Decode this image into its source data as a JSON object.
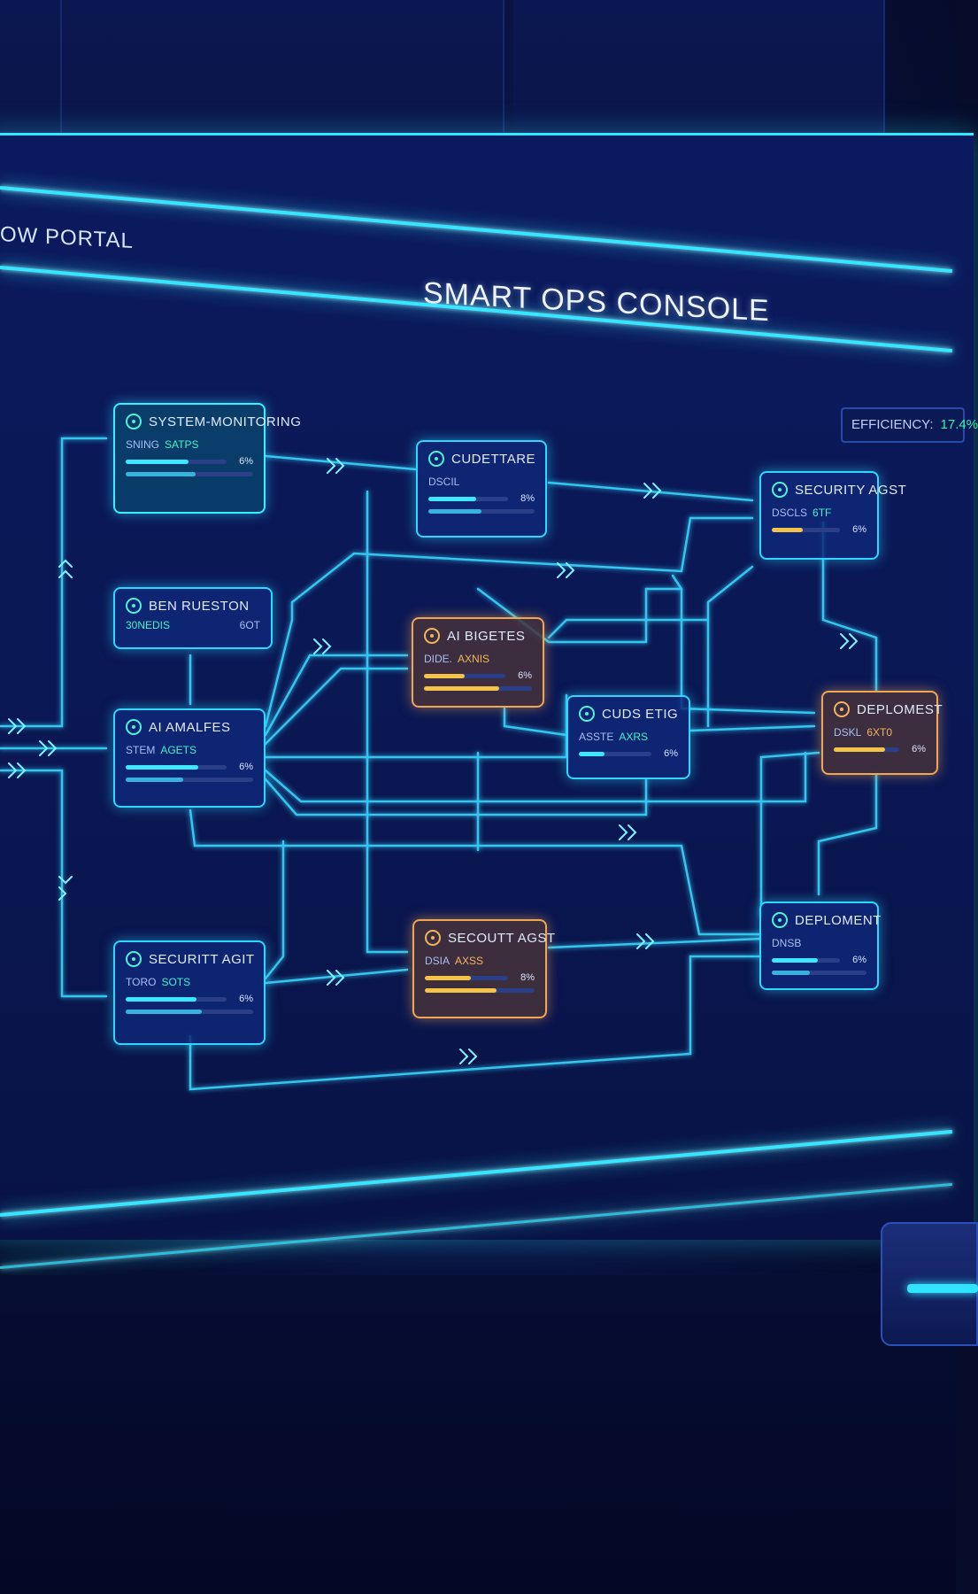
{
  "window": {
    "portal_label": "OW PORTAL",
    "title": "SMART OPS CONSOLE"
  },
  "efficiency": {
    "label": "EFFICIENCY:",
    "value": "17.4%"
  },
  "colors": {
    "background": "#060c2a",
    "screen": "#0b1a5e",
    "accent_cyan": "#36e6ff",
    "accent_amber": "#f0a653",
    "status_green": "#47f0c9"
  },
  "nodes": [
    {
      "id": "system-monitoring",
      "title": "SYSTEM-MONITORING",
      "sub": "SNING",
      "status": "SATPS",
      "pct": "6%",
      "fill": 0.62,
      "icon": "monitor-icon",
      "style": "teal"
    },
    {
      "id": "cloud-store",
      "title": "CUDETTARE",
      "sub": "DSCIL",
      "status": "",
      "pct": "8%",
      "fill": 0.6,
      "icon": "cloud-icon",
      "style": "blue"
    },
    {
      "id": "security-asset-top",
      "title": "SECURITY AGST",
      "sub": "DSCLS",
      "status": "6TF",
      "pct": "6%",
      "fill": 0.45,
      "icon": "shield-icon",
      "style": "blue"
    },
    {
      "id": "ben-ruleston",
      "title": "BEN RUESTON",
      "sub": "30NEDIS",
      "status": "",
      "pct": "6OT",
      "fill": 0,
      "icon": "clock-icon",
      "style": "blue"
    },
    {
      "id": "ai-insights",
      "title": "AI BIGETES",
      "sub": "DIDE.",
      "status": "AXNIS",
      "pct": "6%",
      "fill": 0.5,
      "icon": "ai-icon",
      "style": "amber"
    },
    {
      "id": "cloud-sync",
      "title": "CUDS ETIG",
      "sub": "ASSTE",
      "status": "AXRS",
      "pct": "6%",
      "fill": 0.35,
      "icon": "sync-icon",
      "style": "blue"
    },
    {
      "id": "deployment-top",
      "title": "DEPLOMEST",
      "sub": "DSKL",
      "status": "6XT0",
      "pct": "6%",
      "fill": 0.78,
      "icon": "deploy-icon",
      "style": "amber"
    },
    {
      "id": "ai-analytics",
      "title": "AI AMALFES",
      "sub": "STEM",
      "status": "AGETS",
      "pct": "6%",
      "fill": 0.72,
      "icon": "ai-icon",
      "style": "blue"
    },
    {
      "id": "security-asset-mid",
      "title": "SECOUTT AGST",
      "sub": "DSIA",
      "status": "AXSS",
      "pct": "8%",
      "fill": 0.55,
      "icon": "shield-icon",
      "style": "amber"
    },
    {
      "id": "security-asset-bottom",
      "title": "SECURITT AGIT",
      "sub": "TORO",
      "status": "SOTS",
      "pct": "6%",
      "fill": 0.7,
      "icon": "shield-icon",
      "style": "blue"
    },
    {
      "id": "deployment-bottom",
      "title": "DEPLOMENT",
      "sub": "DNSB",
      "status": "",
      "pct": "6%",
      "fill": 0.68,
      "icon": "deploy-icon",
      "style": "blue"
    }
  ]
}
